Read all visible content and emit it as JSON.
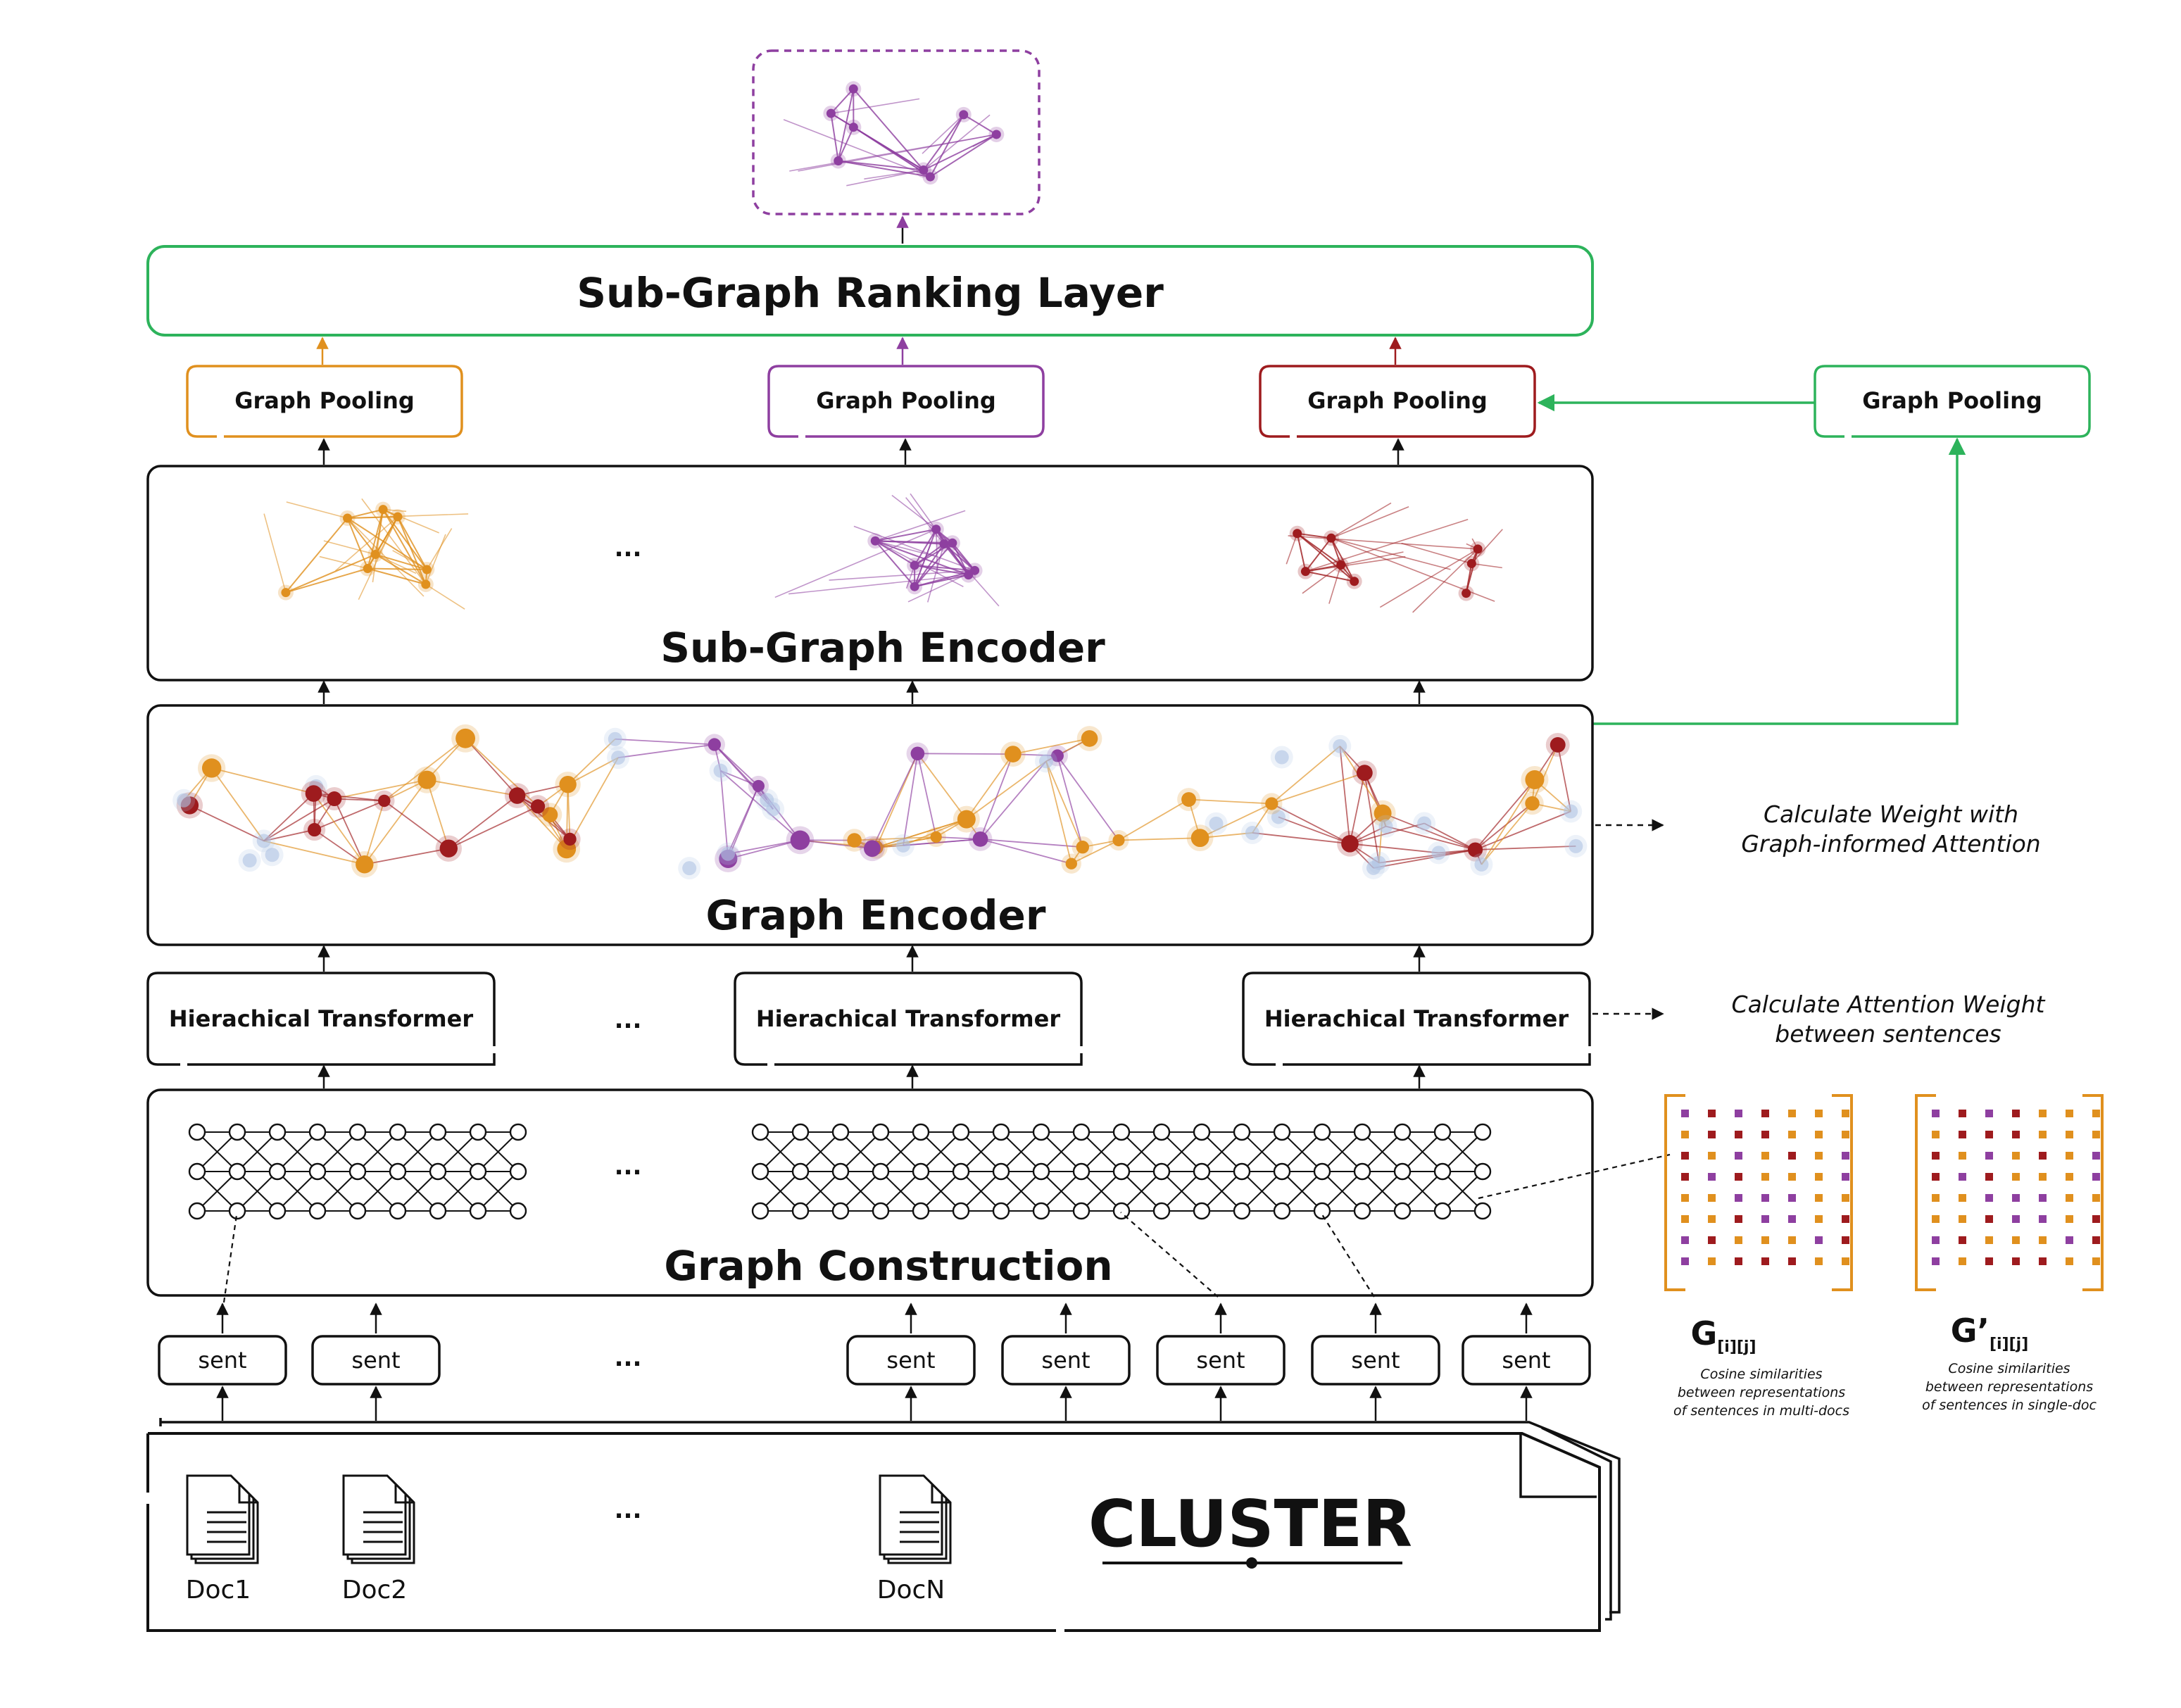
{
  "colors": {
    "orange": "#E0901E",
    "purple": "#8E3FA0",
    "red": "#9E1B1E",
    "green": "#2DB35B",
    "dark": "#111111",
    "light_blue": "#AFC3E3"
  },
  "output_graph": {
    "color": "purple"
  },
  "ranking_layer": {
    "title": "Sub-Graph Ranking Layer"
  },
  "pooling": [
    {
      "label": "Graph Pooling",
      "color": "orange"
    },
    {
      "label": "Graph Pooling",
      "color": "purple"
    },
    {
      "label": "Graph Pooling",
      "color": "red"
    },
    {
      "label": "Graph Pooling",
      "color": "green"
    }
  ],
  "subgraph_encoder": {
    "title": "Sub-Graph Encoder",
    "ellipsis": "..."
  },
  "graph_encoder": {
    "title": "Graph Encoder",
    "note_line1": "Calculate Weight with",
    "note_line2": "Graph-informed Attention"
  },
  "transformers": {
    "labels": [
      "Hierachical Transformer",
      "Hierachical Transformer",
      "Hierachical Transformer"
    ],
    "ellipsis": "...",
    "note_line1": "Calculate Attention Weight",
    "note_line2": "between sentences"
  },
  "graph_construction": {
    "title": "Graph Construction",
    "ellipsis": "..."
  },
  "sentences": {
    "label": "sent",
    "count": 7,
    "ellipsis": "..."
  },
  "cluster": {
    "title": "CLUSTER",
    "docs": [
      "Doc1",
      "Doc2",
      "DocN"
    ],
    "ellipsis": "..."
  },
  "matrices": [
    {
      "symbol": "G",
      "subscript": "[i][j]",
      "caption": [
        "Cosine similarities",
        "between representations",
        "of sentences in multi-docs"
      ]
    },
    {
      "symbol": "G’",
      "subscript": "[i][j]",
      "caption": [
        "Cosine similarities",
        "between representations",
        "of sentences in single-doc"
      ]
    }
  ]
}
